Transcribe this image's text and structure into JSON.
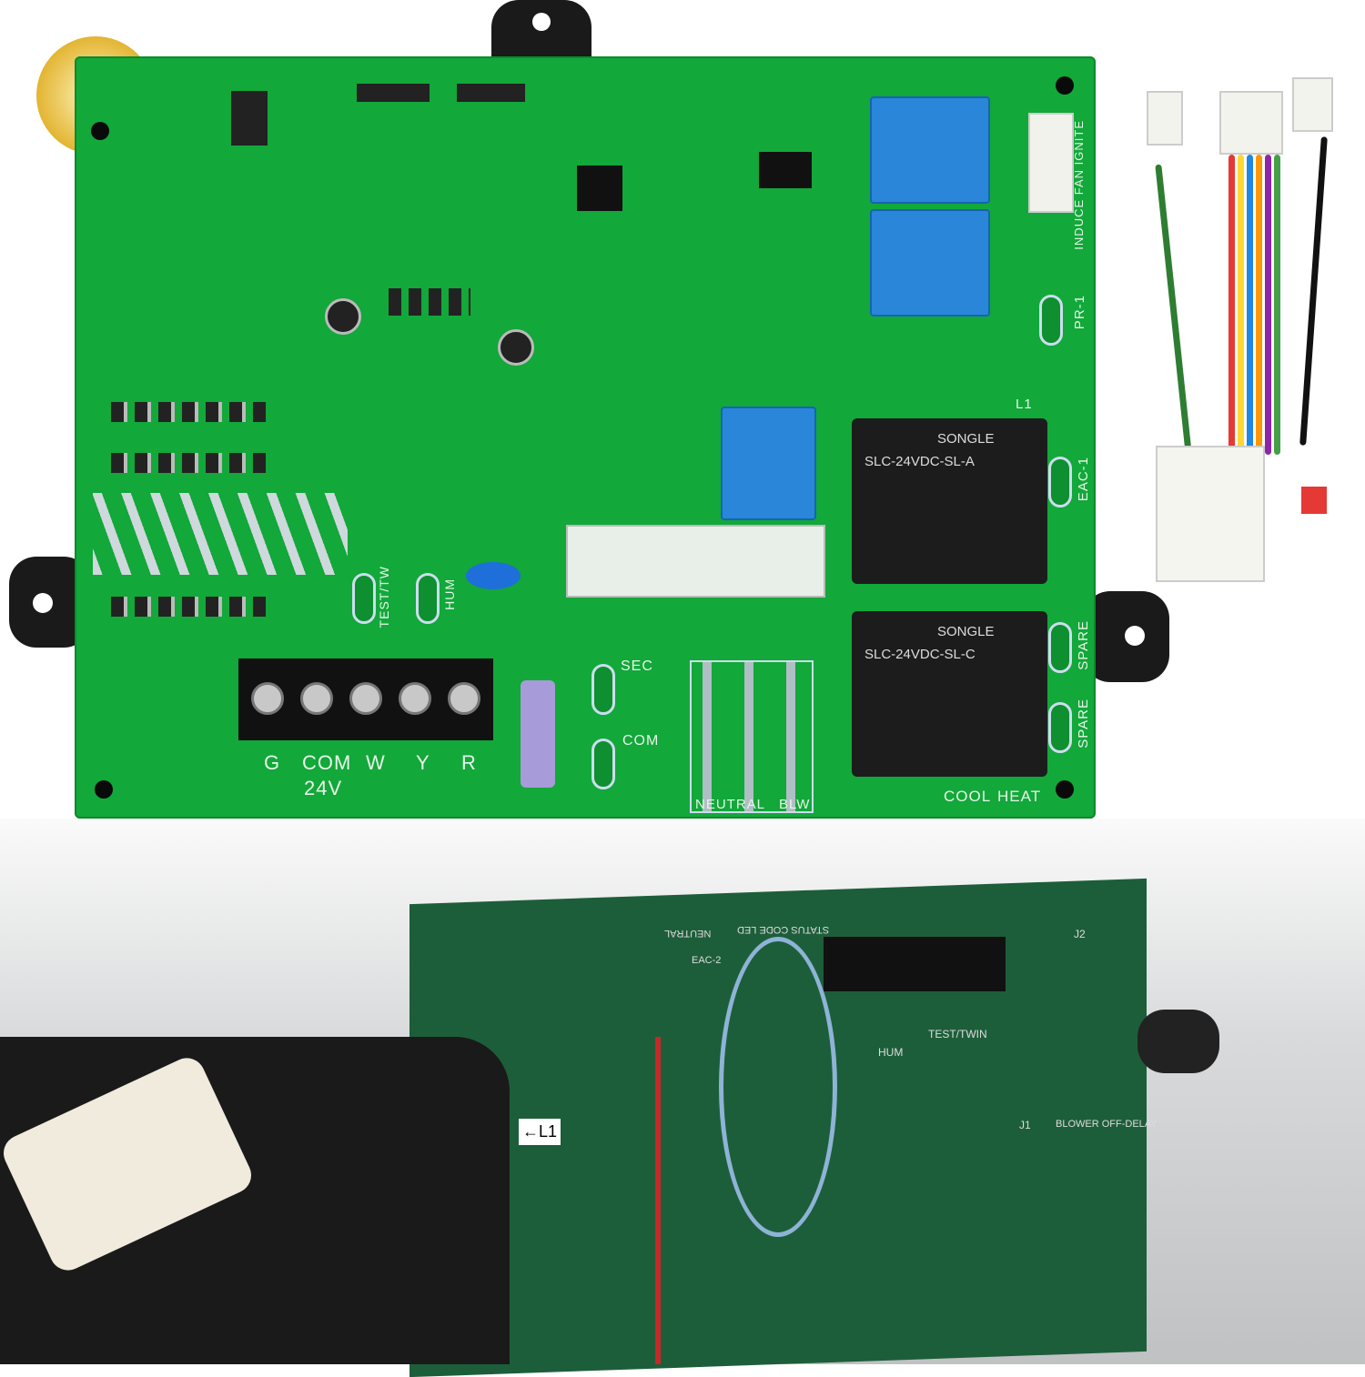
{
  "board": {
    "terminal_labels": [
      "G",
      "COM",
      "W",
      "Y",
      "R"
    ],
    "voltage_label": "24V",
    "sec_label": "SEC",
    "com_label": "COM",
    "neutral_label": "NEUTRAL",
    "blw_label": "BLW",
    "cool_label": "COOL",
    "heat_label": "HEAT",
    "spare1_label": "SPARE",
    "spare2_label": "SPARE",
    "eac_label": "EAC-1",
    "l1_label": "L1",
    "pr_label": "PR-1",
    "inducer_label": "INDUCE FAN IGNITE",
    "test_label": "TEST/TW",
    "hum_label": "HUM",
    "relay_a": {
      "brand": "SONGLE",
      "model": "SLC-24VDC-SL-A"
    },
    "relay_c": {
      "brand": "SONGLE",
      "model": "SLC-24VDC-SL-C"
    },
    "board_color": "#12a83a"
  },
  "harness": {
    "wire_colors": [
      "#2e7d32",
      "#888",
      "#e53935",
      "#fdd835",
      "#1e88e5",
      "#ff9800",
      "#8e24aa",
      "#fff",
      "#111",
      "#43a047"
    ]
  },
  "installed_photo": {
    "labels": [
      "STATUS CODE LED",
      "NEUTRAL",
      "EAC-2",
      "HUM",
      "TEST/TWIN",
      "BLOWER OFF-DELAY",
      "J2",
      "J1",
      "←L1"
    ]
  }
}
